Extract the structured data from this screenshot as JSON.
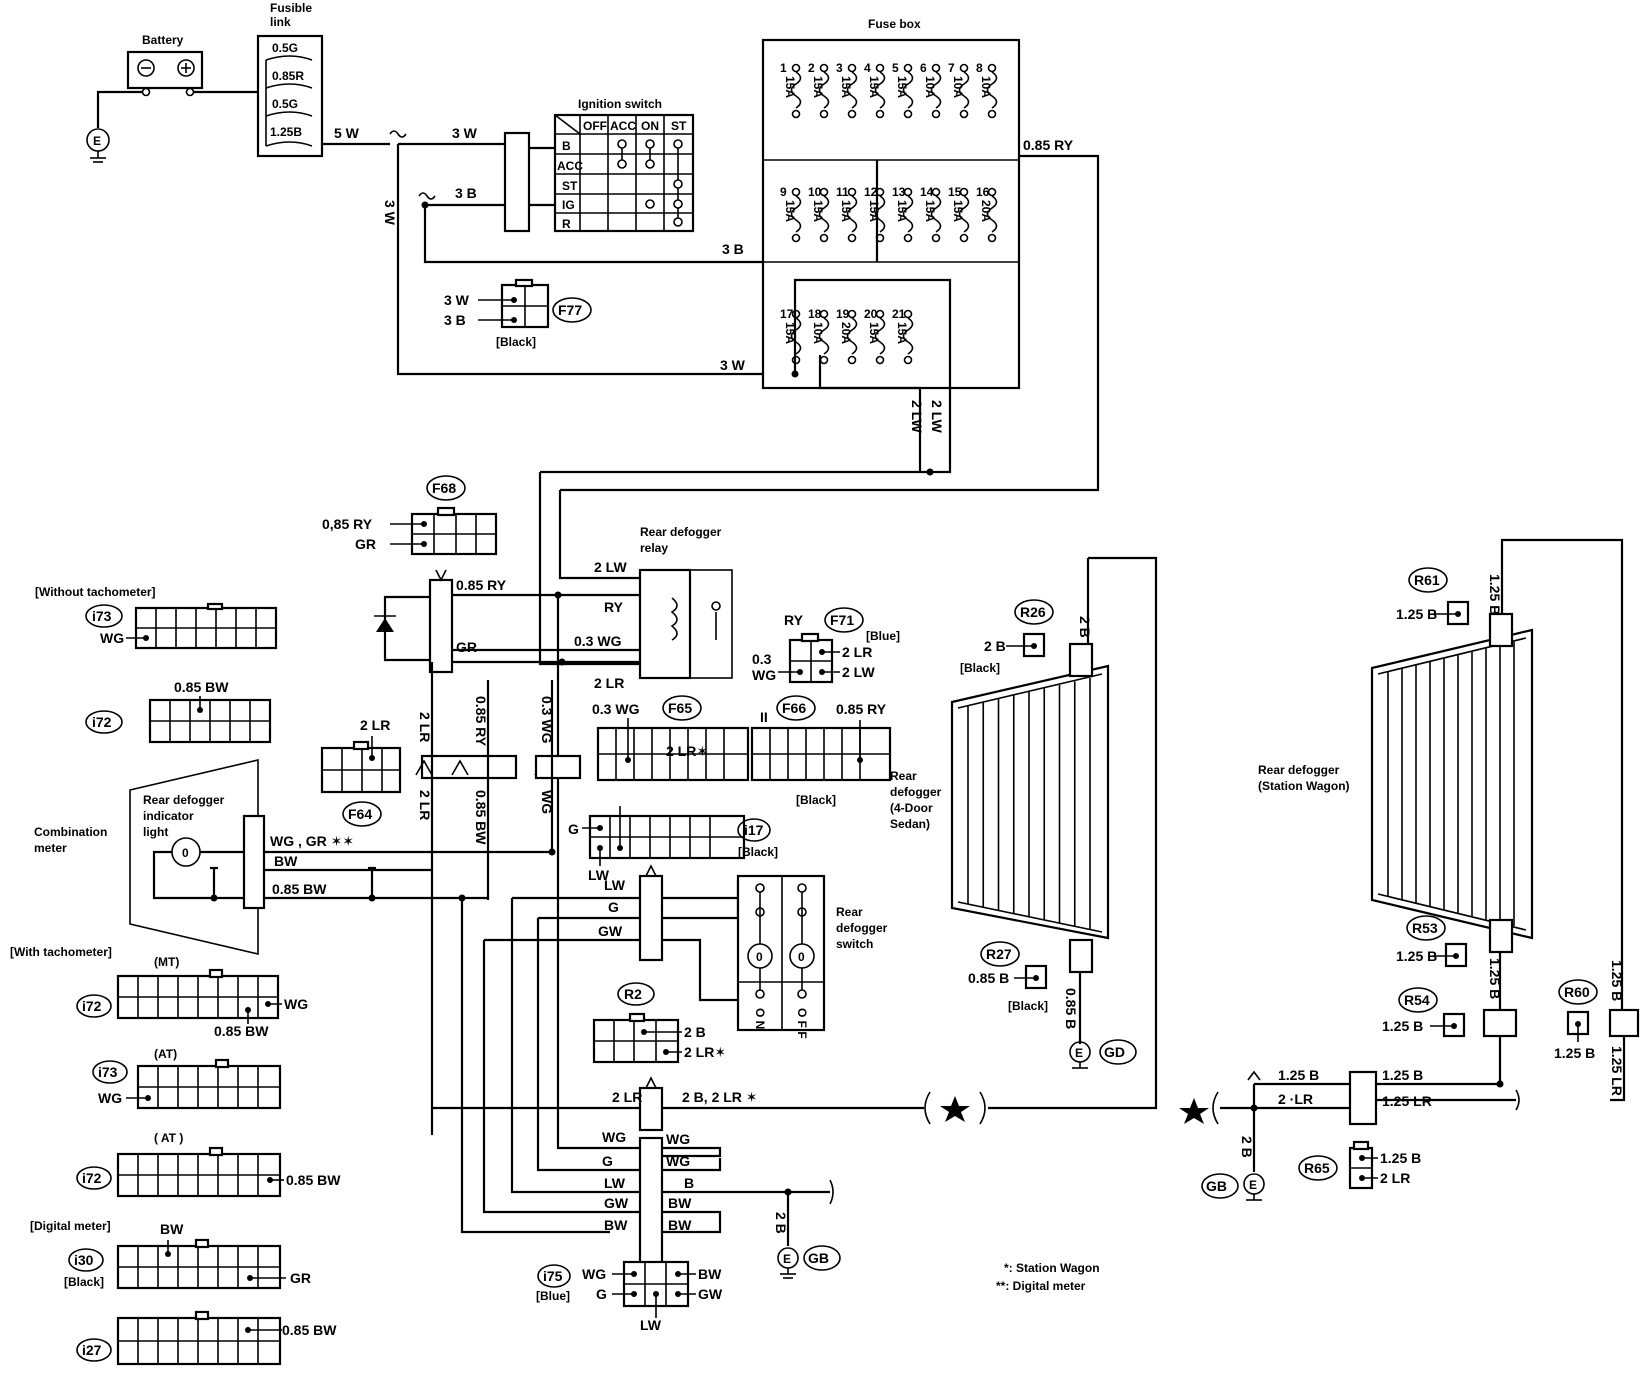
{
  "labels": {
    "battery": "Battery",
    "fusible_link": "Fusible\nlink",
    "fuse_box": "Fuse box",
    "ignition_switch": "Ignition switch",
    "rear_defogger_relay": "Rear defogger\nrelay",
    "combination_meter": "Combination\nmeter",
    "rear_defogger_indicator": "Rear defogger\nindicator\nlight",
    "rear_defogger_switch": "Rear\ndefogger\nswitch",
    "rear_defogger_sedan": "Rear\ndefogger\n(4-Door\nSedan)",
    "rear_defogger_wagon": "Rear defogger\n(Station Wagon)",
    "without_tach": "[Without tachometer]",
    "with_tach": "[With tachometer]",
    "mt": "(MT)",
    "at1": "(AT)",
    "at2": "( AT )",
    "digital_meter": "[Digital meter]",
    "black": "[Black]",
    "blue": "[Blue]",
    "note1": "*:  Station Wagon",
    "note2": "**:  Digital meter"
  },
  "fusible_link": [
    "0.5G",
    "0.85R",
    "0.5G",
    "1.25B"
  ],
  "ignition": {
    "columns": [
      "OFF",
      "ACC",
      "ON",
      "ST"
    ],
    "rows": [
      "B",
      "ACC",
      "ST",
      "IG",
      "R"
    ]
  },
  "fuses": {
    "row1": [
      {
        "n": "1",
        "a": "15A"
      },
      {
        "n": "2",
        "a": "15A"
      },
      {
        "n": "3",
        "a": "15A"
      },
      {
        "n": "4",
        "a": "15A"
      },
      {
        "n": "5",
        "a": "15A"
      },
      {
        "n": "6",
        "a": "10A"
      },
      {
        "n": "7",
        "a": "10A"
      },
      {
        "n": "8",
        "a": "10A"
      }
    ],
    "row2": [
      {
        "n": "9",
        "a": "15A"
      },
      {
        "n": "10",
        "a": "15A"
      },
      {
        "n": "11",
        "a": "15A"
      },
      {
        "n": "12",
        "a": "15A"
      },
      {
        "n": "13",
        "a": "15A"
      },
      {
        "n": "14",
        "a": "15A"
      },
      {
        "n": "15",
        "a": "15A"
      },
      {
        "n": "16",
        "a": "20A"
      }
    ],
    "row3": [
      {
        "n": "17",
        "a": "15A"
      },
      {
        "n": "18",
        "a": "10A"
      },
      {
        "n": "19",
        "a": "20A"
      },
      {
        "n": "20",
        "a": "15A"
      },
      {
        "n": "21",
        "a": "15A"
      }
    ]
  },
  "connectors": {
    "F77": "F77",
    "F68": "F68",
    "F71": "F71",
    "F64": "F64",
    "F65": "F65",
    "F66": "F66",
    "i17": "i17",
    "i73": "i73",
    "i72": "i72",
    "i30": "i30",
    "i27": "i27",
    "i75": "i75",
    "R2": "R2",
    "R26": "R26",
    "R27": "R27",
    "R61": "R61",
    "R53": "R53",
    "R54": "R54",
    "R60": "R60",
    "R65": "R65"
  },
  "grounds": {
    "E": "E",
    "GD": "GD",
    "GB": "GB"
  },
  "wires": {
    "w5W": "5 W",
    "w3W": "3 W",
    "w3B": "3 B",
    "w085RY": "0.85 RY",
    "w2LW": "2 LW",
    "wRY": "RY",
    "wGR": "GR",
    "w03WG": "0.3 WG",
    "w2LR": "2 LR",
    "w085BW": "0.85 BW",
    "w2LRs": "2 LR✶",
    "w2B": "2 B",
    "w03": "0.3",
    "wWG": "WG",
    "wGW": "GW",
    "wG": "G",
    "wLW": "LW",
    "wBW": "BW",
    "wB": "B",
    "wWGGR": "WG , GR ✶✶",
    "w085RYc": "0,85 RY",
    "w085Bw": "0.85 Bw",
    "w085B": "0.85 B",
    "w125B": "1.25 B",
    "w125LR": "1.25 LR",
    "w2LRb": "2 ·LR",
    "w2B2LR": "2 B, 2 LR  ✶",
    "wON": "O N",
    "wOFF": "O F F"
  }
}
